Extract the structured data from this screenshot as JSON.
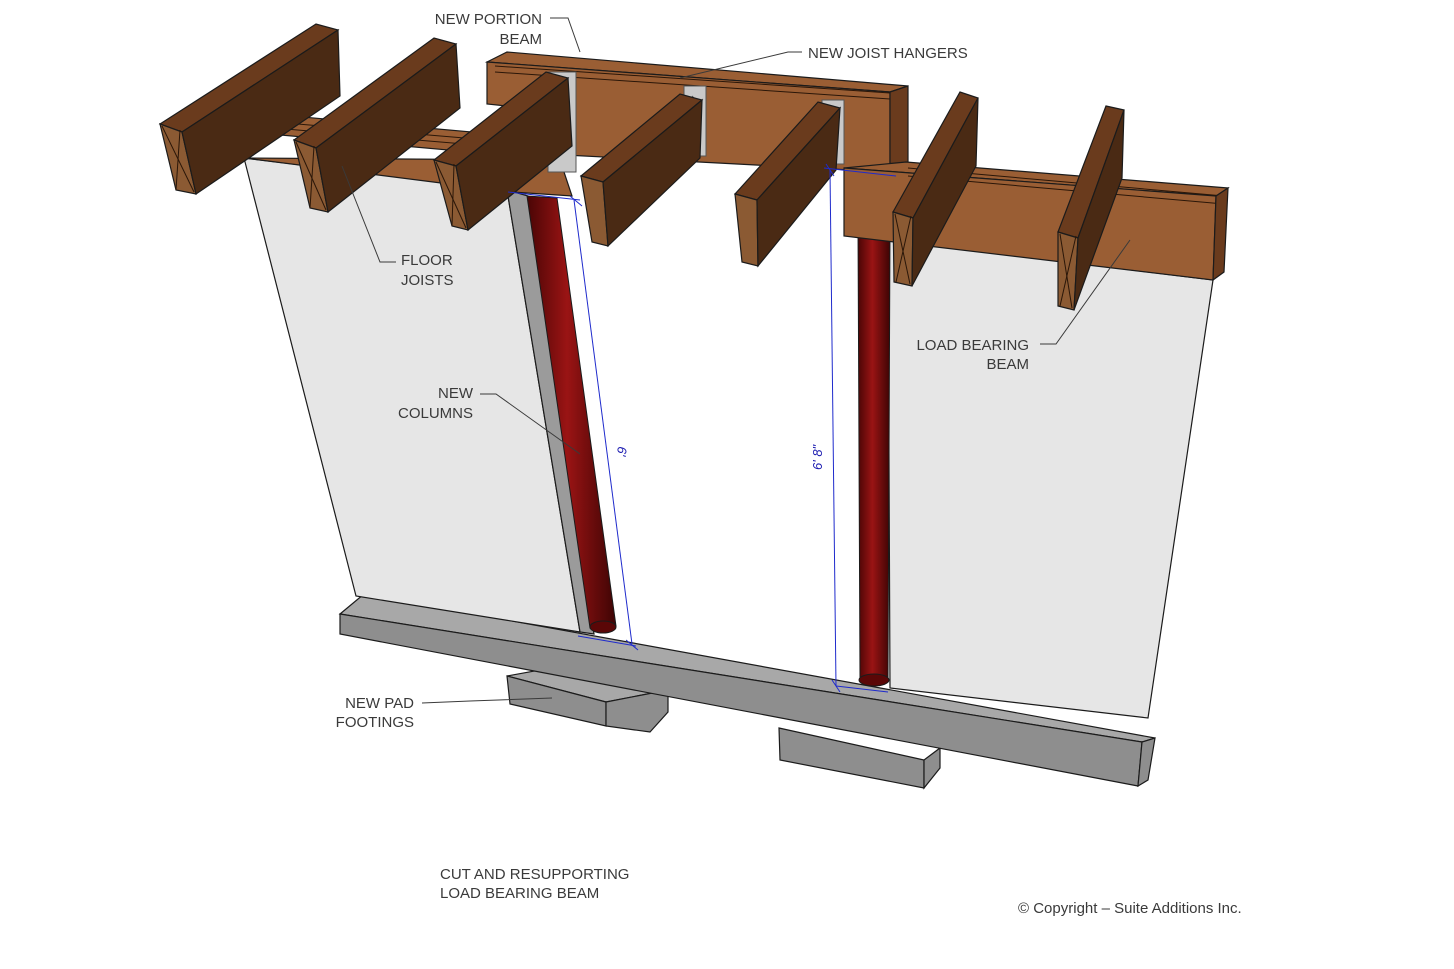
{
  "labels": {
    "new_portion_beam_line1": "NEW PORTION",
    "new_portion_beam_line2": "BEAM",
    "new_joist_hangers": "NEW JOIST HANGERS",
    "floor_joists_line1": "FLOOR",
    "floor_joists_line2": "JOISTS",
    "load_bearing_beam_line1": "LOAD BEARING",
    "load_bearing_beam_line2": "BEAM",
    "new_columns_line1": "NEW",
    "new_columns_line2": "COLUMNS",
    "new_pad_footings_line1": "NEW PAD",
    "new_pad_footings_line2": "FOOTINGS"
  },
  "dimensions": {
    "left_column_height": "6'",
    "right_column_height": "6' 8\""
  },
  "caption": {
    "line1": "CUT AND RESUPPORTING",
    "line2": "LOAD BEARING BEAM"
  },
  "copyright": "© Copyright – Suite Additions Inc.",
  "colors": {
    "wood": "#9a5e34",
    "column": "#7a0c0c",
    "concrete": "#a8a8a8",
    "wall": "#e6e6e6",
    "dimension": "#1f2bcc"
  }
}
